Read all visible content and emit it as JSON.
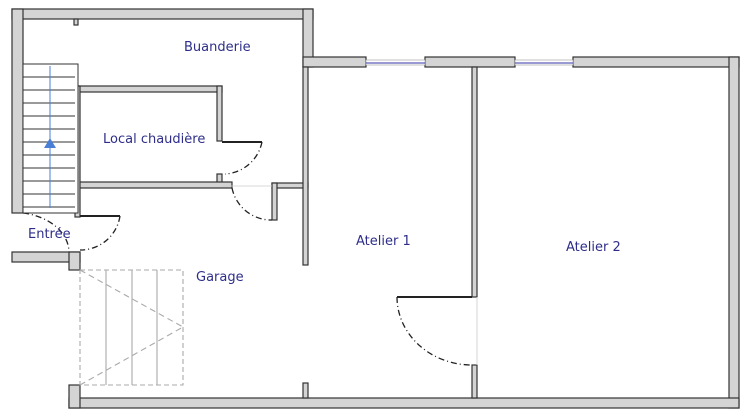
{
  "rooms": {
    "buanderie": "Buanderie",
    "local_chaudiere": "Local chaudière",
    "entree": "Entrée",
    "garage": "Garage",
    "atelier1": "Atelier 1",
    "atelier2": "Atelier 2"
  },
  "colors": {
    "wall_fill": "#d4d4d4",
    "wall_stroke": "#333333",
    "label": "#2e2e8a",
    "window": "#3333aa",
    "stair_arrow": "#4a7fd6"
  }
}
